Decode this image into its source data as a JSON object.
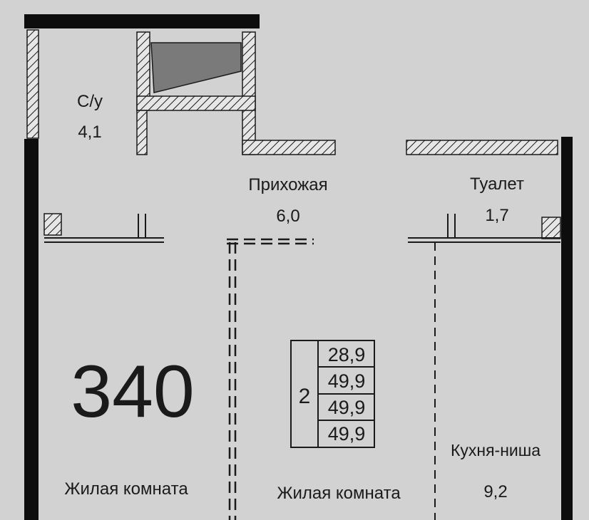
{
  "rooms": {
    "bathroom": {
      "name": "С/у",
      "area": "4,1"
    },
    "hallway": {
      "name": "Прихожая",
      "area": "6,0"
    },
    "toilet": {
      "name": "Туалет",
      "area": "1,7"
    },
    "living_left": {
      "name": "Жилая комната"
    },
    "living_center": {
      "name": "Жилая комната"
    },
    "kitchen": {
      "name": "Кухня-ниша",
      "area": "9,2"
    }
  },
  "apartment": {
    "number": "340",
    "room_count": "2",
    "areas": [
      "28,9",
      "49,9",
      "49,9",
      "49,9"
    ]
  },
  "colors": {
    "background": "#d2d2d2",
    "wall": "#0d0d0d",
    "hatch_fill": "#e6e6e6",
    "text": "#1a1a1a"
  }
}
